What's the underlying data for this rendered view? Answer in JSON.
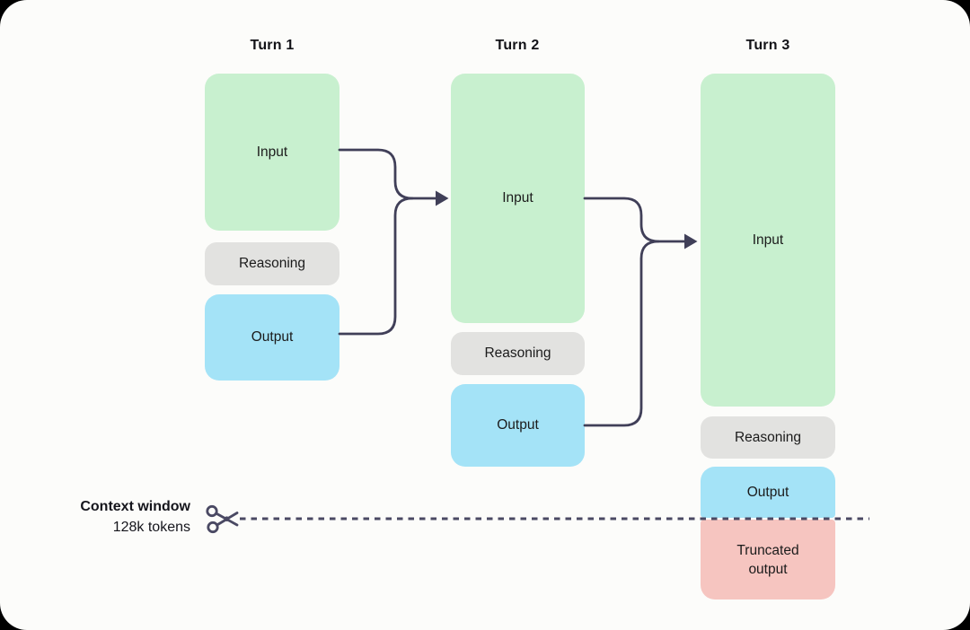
{
  "page": {
    "background": "#fcfcfa",
    "frame_color": "#000000"
  },
  "colors": {
    "input_fill": "#c8f0cf",
    "reasoning_fill": "#e2e2e0",
    "output_fill": "#a4e3f7",
    "truncated_fill": "#f6c5c0",
    "connector": "#403f58",
    "dashed_line": "#4a4963",
    "text": "#1b1b1b"
  },
  "columns": [
    {
      "title": "Turn 1",
      "blocks": [
        {
          "label": "Input"
        },
        {
          "label": "Reasoning"
        },
        {
          "label": "Output"
        }
      ]
    },
    {
      "title": "Turn 2",
      "blocks": [
        {
          "label": "Input"
        },
        {
          "label": "Reasoning"
        },
        {
          "label": "Output"
        }
      ]
    },
    {
      "title": "Turn 3",
      "blocks": [
        {
          "label": "Input"
        },
        {
          "label": "Reasoning"
        },
        {
          "label": "Output"
        },
        {
          "label": "Truncated output"
        }
      ]
    }
  ],
  "context_window": {
    "title": "Context window",
    "subtitle": "128k tokens"
  }
}
